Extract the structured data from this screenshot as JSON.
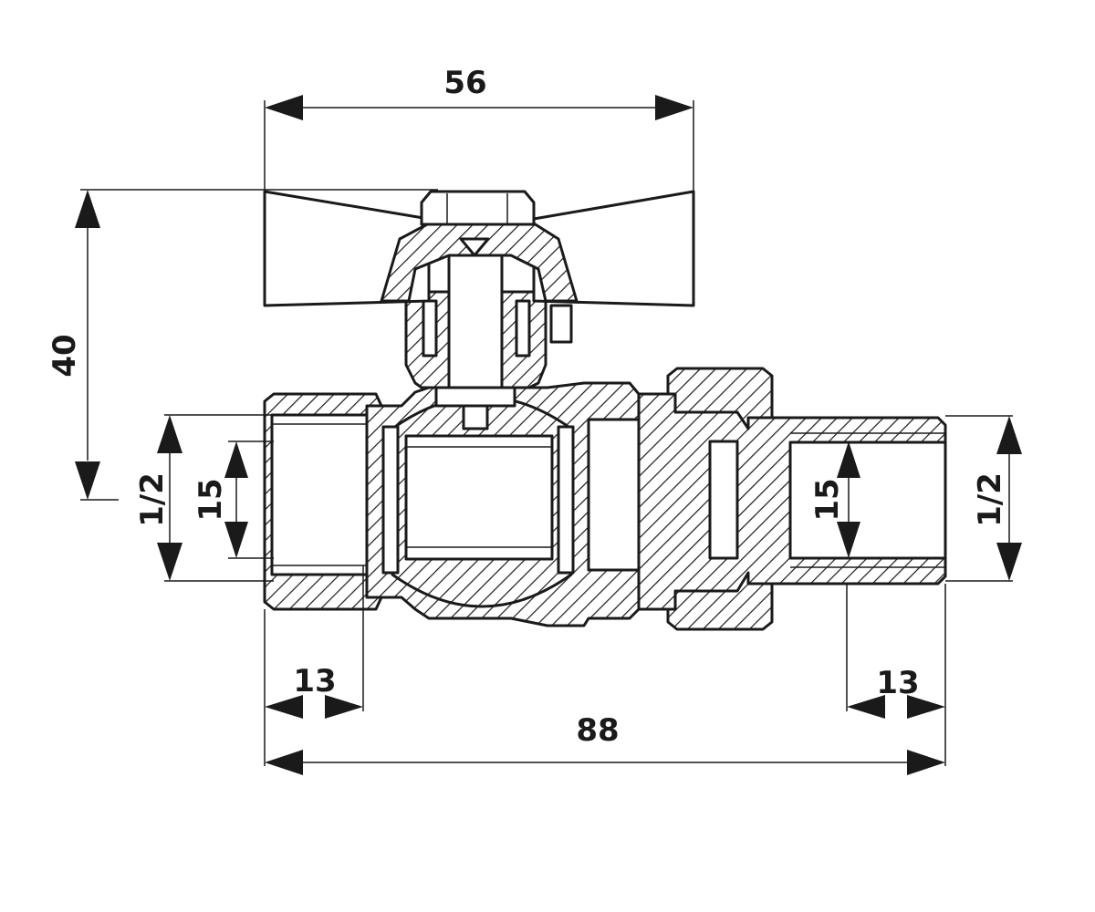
{
  "drawing": {
    "dimensions": {
      "handle_width": "56",
      "overall_height": "40",
      "overall_length": "88",
      "left_thread_size": "1/2",
      "left_bore": "15",
      "left_thread_length": "13",
      "right_thread_size": "1/2",
      "right_bore": "15",
      "right_thread_length": "13"
    }
  },
  "colors": {
    "line": "#1a1a1a",
    "background": "#ffffff"
  }
}
